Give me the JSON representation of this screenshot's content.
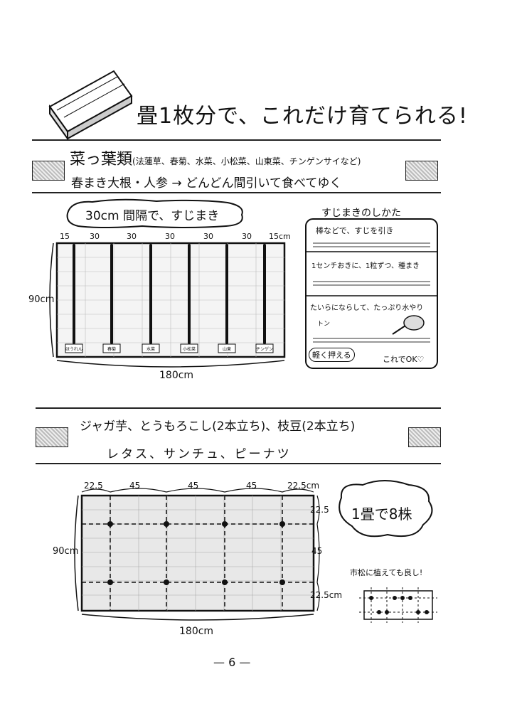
{
  "title": "畳1枚分で、これだけ育てられる!",
  "section1": {
    "heading": "菜っ葉類",
    "heading_note": "(法蓮草、春菊、水菜、小松菜、山東菜、チンゲンサイなど)",
    "subheading": "春まき大根・人参 → どんどん間引いて食べてゆく",
    "bubble": "30cm 間隔で、すじまき",
    "spacing_labels": [
      "15",
      "30",
      "30",
      "30",
      "30",
      "30",
      "15cm"
    ],
    "height_label": "90cm",
    "width_label": "180cm",
    "row_tags": [
      "ほうれん",
      "春菊",
      "水菜",
      "小松菜",
      "山東",
      "チンゲン"
    ],
    "howto": {
      "title": "すじまきのしかた",
      "step1": "棒などで、すじを引き",
      "step2": "1センチおきに、1粒ずつ、種まき",
      "step3": "たいらにならして、たっぷり水やり",
      "step3_tag": "トン",
      "press": "軽く押える",
      "ok": "これでOK♡"
    }
  },
  "section2": {
    "heading": "ジャガ芋、とうもろこし(2本立ち)、枝豆(2本立ち)",
    "subheading": "レタス、サンチュ、ピーナツ",
    "spacing_labels": [
      "22.5",
      "45",
      "45",
      "45",
      "22.5cm"
    ],
    "side_labels": [
      "22.5",
      "45",
      "22.5cm"
    ],
    "height_label": "90cm",
    "width_label": "180cm",
    "bubble": "1畳で8株",
    "alt_caption": "市松に植えても良し!"
  },
  "page_number": "— 6 —"
}
